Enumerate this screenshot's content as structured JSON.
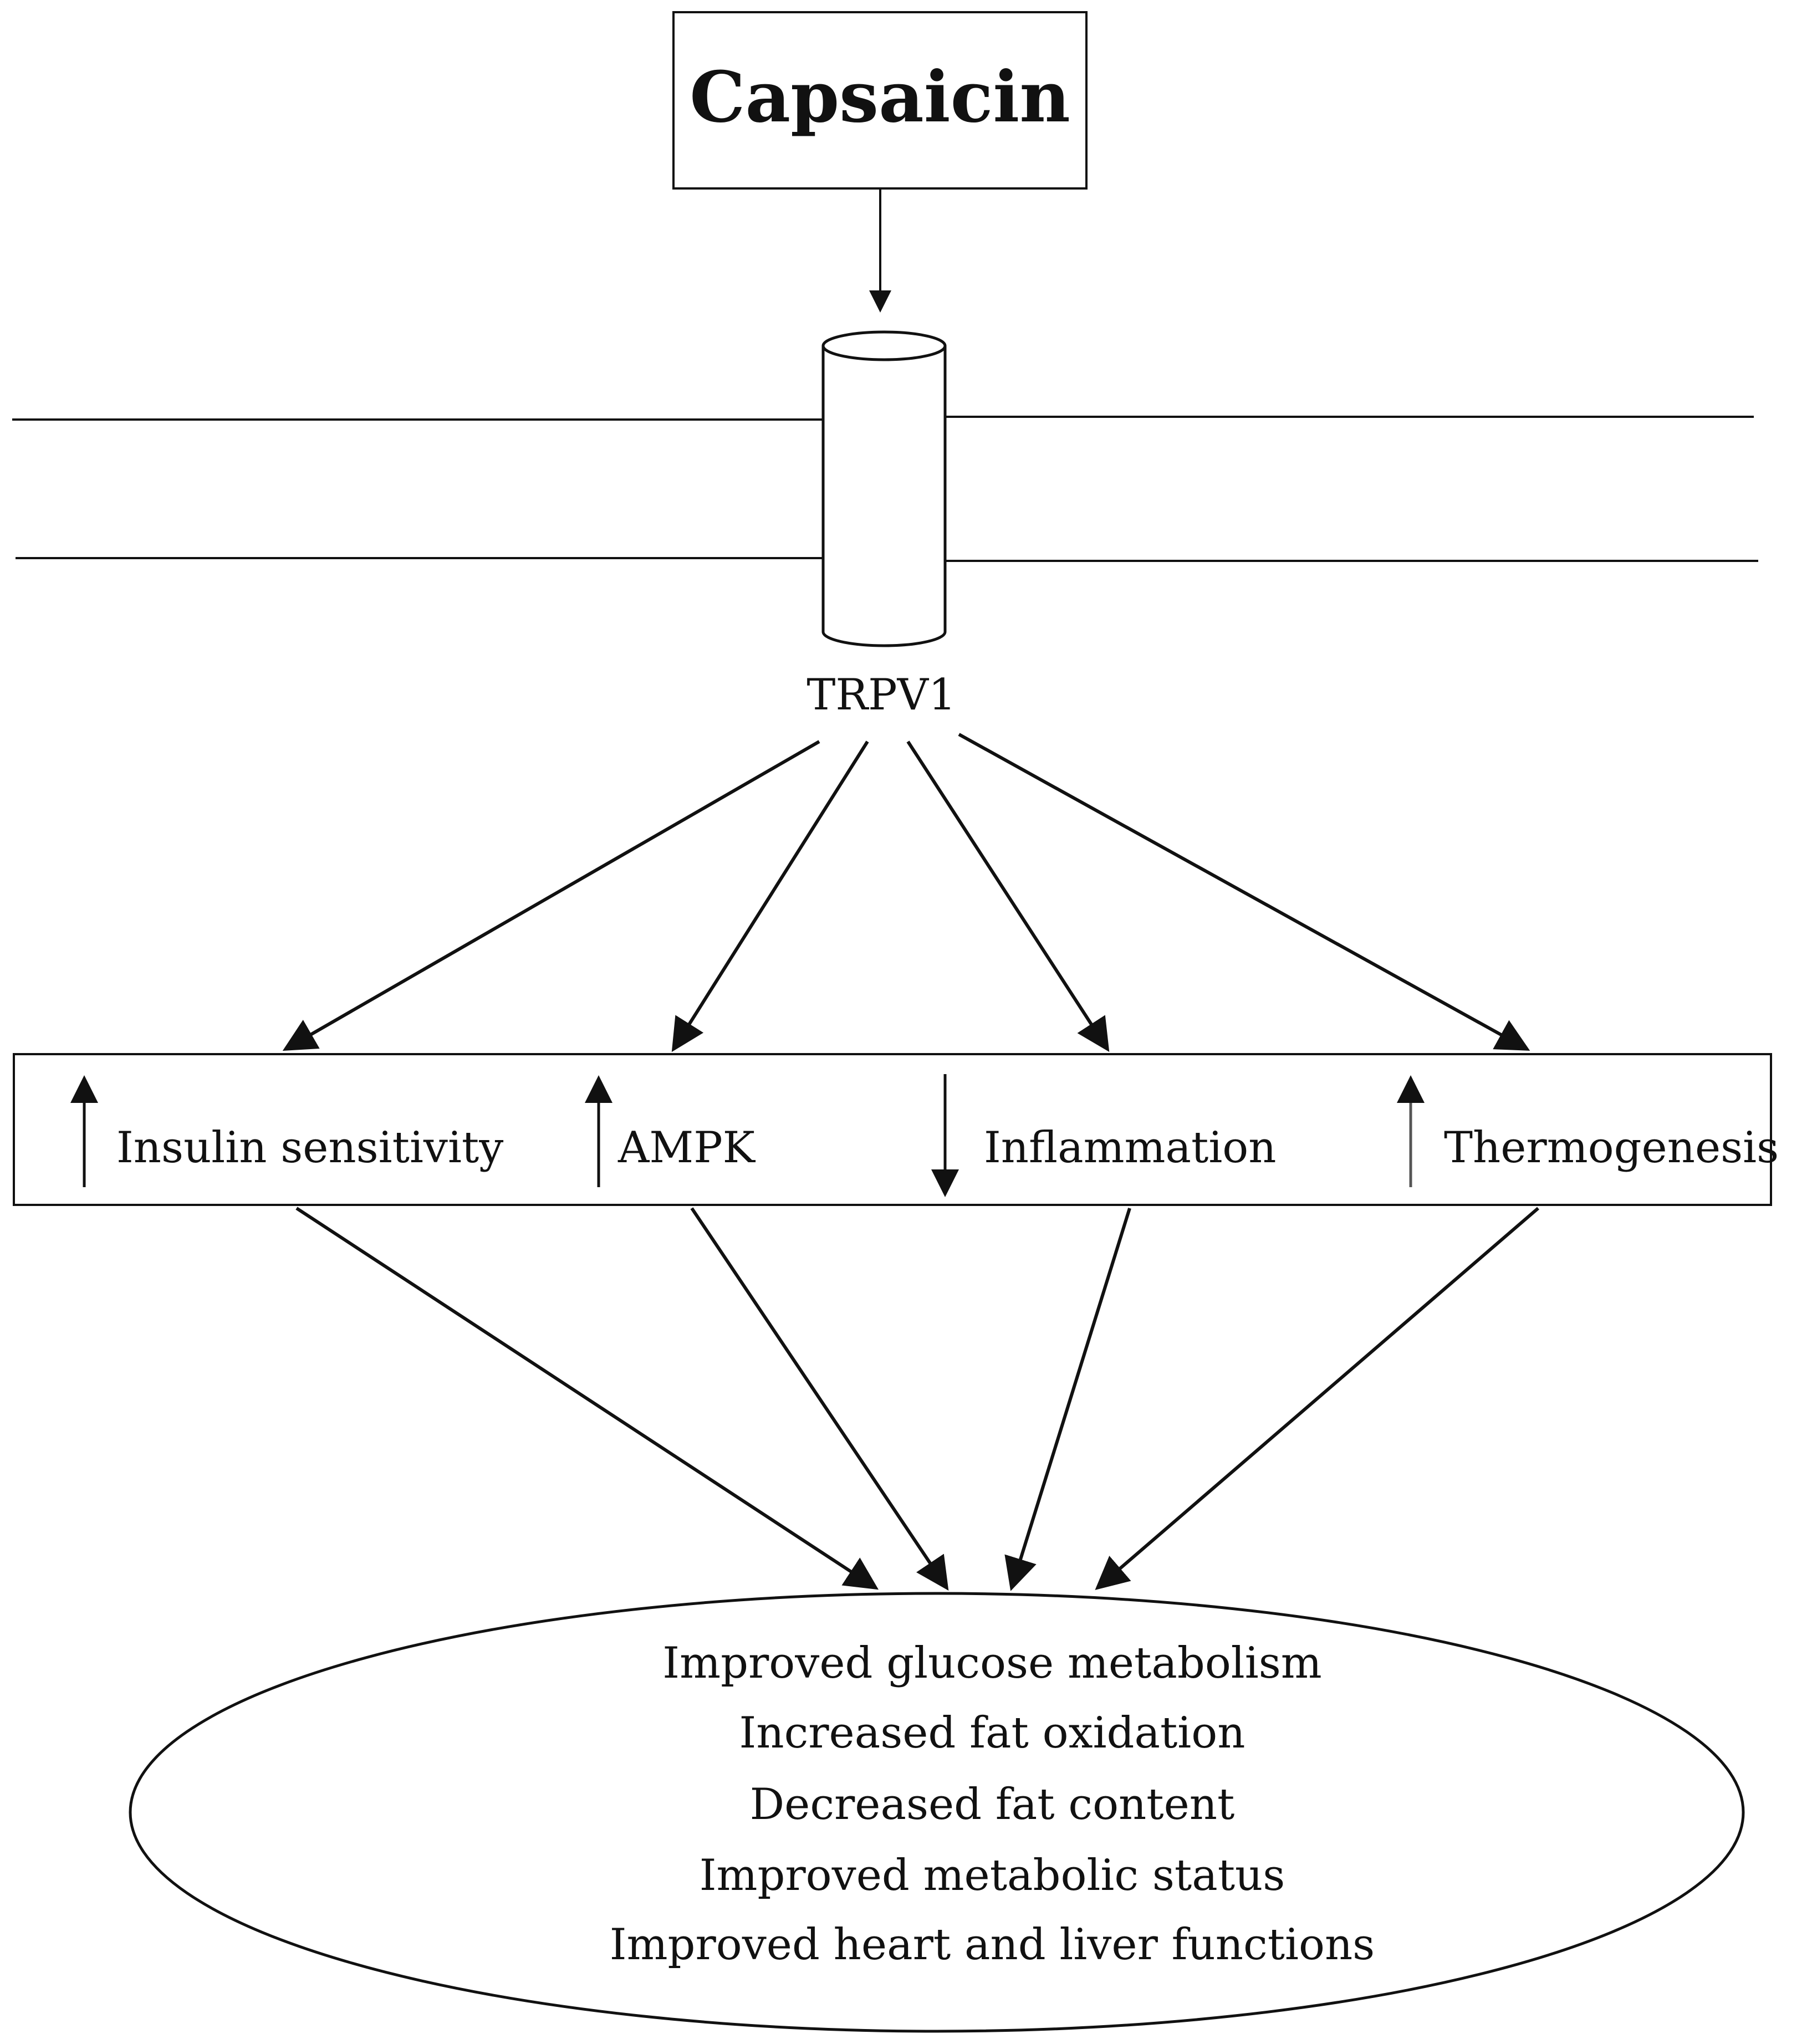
{
  "source": {
    "label": "Capsaicin"
  },
  "receptor": {
    "label": "TRPV1"
  },
  "effects": [
    {
      "label": "Insulin sensitivity",
      "direction": "up",
      "icon": "up-arrow-icon"
    },
    {
      "label": "AMPK",
      "direction": "up",
      "icon": "up-arrow-icon"
    },
    {
      "label": "Inflammation",
      "direction": "down",
      "icon": "down-arrow-icon"
    },
    {
      "label": "Thermogenesis",
      "direction": "up",
      "icon": "up-arrow-icon"
    }
  ],
  "outcomes": [
    "Improved glucose metabolism",
    "Increased fat oxidation",
    "Decreased fat content",
    "Improved metabolic status",
    "Improved heart and liver functions"
  ],
  "colors": {
    "line": "#111111",
    "background": "#ffffff"
  }
}
